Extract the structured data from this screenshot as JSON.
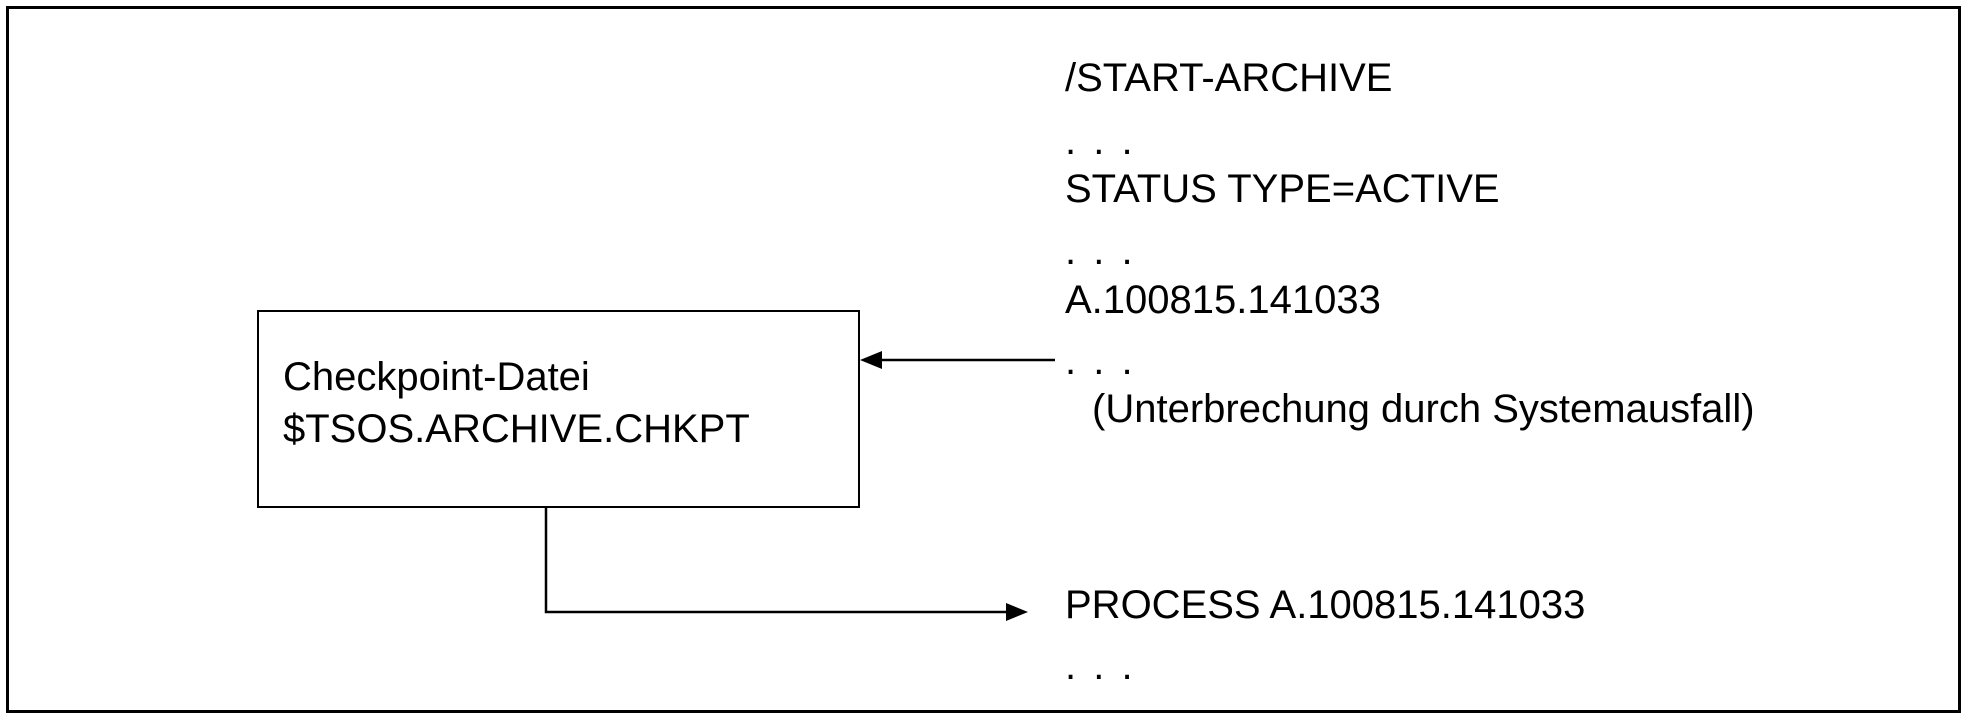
{
  "checkpoint_box": {
    "line1": "Checkpoint-Datei",
    "line2": "$TSOS.ARCHIVE.CHKPT"
  },
  "commands": {
    "start": "/START-ARCHIVE",
    "dots1": ". . .",
    "status": "STATUS TYPE=ACTIVE",
    "dots2": ". . .",
    "request_id": "A.100815.141033",
    "dots3": ". . .",
    "interruption_note": "(Unterbrechung durch Systemausfall)",
    "process": "PROCESS A.100815.141033",
    "dots4": ". . ."
  }
}
